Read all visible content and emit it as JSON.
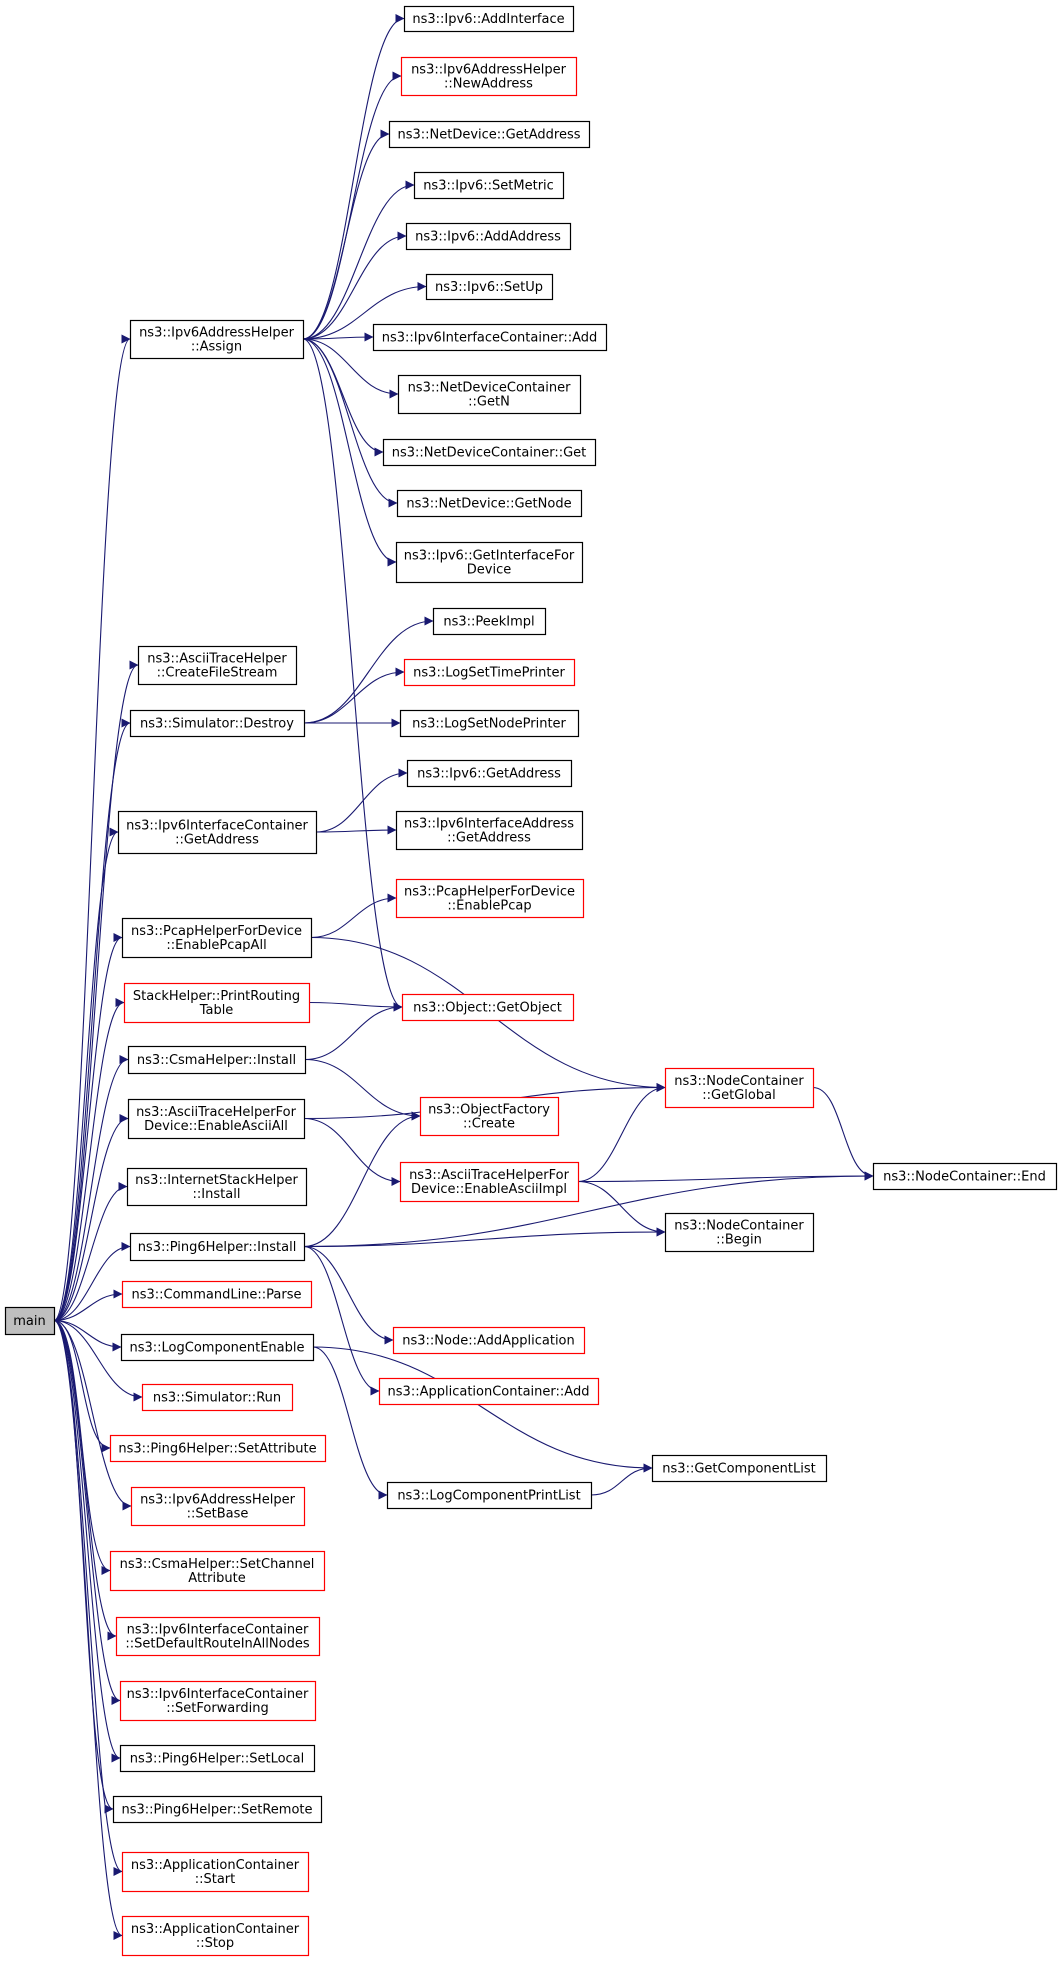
{
  "colors": {
    "edge": "#191970",
    "border_normal": "#000000",
    "border_truncated": "#ff0000",
    "root_fill": "#bfbfbf",
    "fill": "#ffffff"
  },
  "nodes": [
    {
      "id": "main",
      "lines": [
        "main"
      ],
      "style": "root"
    },
    {
      "id": "assign",
      "lines": [
        "ns3::Ipv6AddressHelper",
        "::Assign"
      ],
      "style": "normal"
    },
    {
      "id": "ipv6_addinterface",
      "lines": [
        "ns3::Ipv6::AddInterface"
      ],
      "style": "normal"
    },
    {
      "id": "newaddress",
      "lines": [
        "ns3::Ipv6AddressHelper",
        "::NewAddress"
      ],
      "style": "truncated"
    },
    {
      "id": "netdevice_getaddress",
      "lines": [
        "ns3::NetDevice::GetAddress"
      ],
      "style": "normal"
    },
    {
      "id": "ipv6_setmetric",
      "lines": [
        "ns3::Ipv6::SetMetric"
      ],
      "style": "normal"
    },
    {
      "id": "ipv6_addaddress",
      "lines": [
        "ns3::Ipv6::AddAddress"
      ],
      "style": "normal"
    },
    {
      "id": "ipv6_setup",
      "lines": [
        "ns3::Ipv6::SetUp"
      ],
      "style": "normal"
    },
    {
      "id": "ipv6ic_add",
      "lines": [
        "ns3::Ipv6InterfaceContainer::Add"
      ],
      "style": "normal"
    },
    {
      "id": "ndc_getn",
      "lines": [
        "ns3::NetDeviceContainer",
        "::GetN"
      ],
      "style": "normal"
    },
    {
      "id": "ndc_get",
      "lines": [
        "ns3::NetDeviceContainer::Get"
      ],
      "style": "normal"
    },
    {
      "id": "netdevice_getnode",
      "lines": [
        "ns3::NetDevice::GetNode"
      ],
      "style": "normal"
    },
    {
      "id": "ipv6_getinterfacefor",
      "lines": [
        "ns3::Ipv6::GetInterfaceFor",
        "Device"
      ],
      "style": "normal"
    },
    {
      "id": "ascii_createfilestream",
      "lines": [
        "ns3::AsciiTraceHelper",
        "::CreateFileStream"
      ],
      "style": "normal"
    },
    {
      "id": "peekimpl",
      "lines": [
        "ns3::PeekImpl"
      ],
      "style": "normal"
    },
    {
      "id": "logsettimeprinter",
      "lines": [
        "ns3::LogSetTimePrinter"
      ],
      "style": "truncated"
    },
    {
      "id": "sim_destroy",
      "lines": [
        "ns3::Simulator::Destroy"
      ],
      "style": "normal"
    },
    {
      "id": "logsetnodeprinter",
      "lines": [
        "ns3::LogSetNodePrinter"
      ],
      "style": "normal"
    },
    {
      "id": "ipv6_getaddress",
      "lines": [
        "ns3::Ipv6::GetAddress"
      ],
      "style": "normal"
    },
    {
      "id": "ipv6ic_getaddress",
      "lines": [
        "ns3::Ipv6InterfaceContainer",
        "::GetAddress"
      ],
      "style": "normal"
    },
    {
      "id": "ipv6ia_getaddress",
      "lines": [
        "ns3::Ipv6InterfaceAddress",
        "::GetAddress"
      ],
      "style": "normal"
    },
    {
      "id": "pcap_enablepcap",
      "lines": [
        "ns3::PcapHelperForDevice",
        "::EnablePcap"
      ],
      "style": "truncated"
    },
    {
      "id": "pcap_enablepcapall",
      "lines": [
        "ns3::PcapHelperForDevice",
        "::EnablePcapAll"
      ],
      "style": "normal"
    },
    {
      "id": "stack_printrouting",
      "lines": [
        "StackHelper::PrintRouting",
        "Table"
      ],
      "style": "truncated"
    },
    {
      "id": "object_getobject",
      "lines": [
        "ns3::Object::GetObject"
      ],
      "style": "truncated"
    },
    {
      "id": "csma_install",
      "lines": [
        "ns3::CsmaHelper::Install"
      ],
      "style": "normal"
    },
    {
      "id": "nc_getglobal",
      "lines": [
        "ns3::NodeContainer",
        "::GetGlobal"
      ],
      "style": "truncated"
    },
    {
      "id": "ascii_enableasciiall",
      "lines": [
        "ns3::AsciiTraceHelperFor",
        "Device::EnableAsciiAll"
      ],
      "style": "normal"
    },
    {
      "id": "objectfactory_create",
      "lines": [
        "ns3::ObjectFactory",
        "::Create"
      ],
      "style": "truncated"
    },
    {
      "id": "ascii_enableasciiimpl",
      "lines": [
        "ns3::AsciiTraceHelperFor",
        "Device::EnableAsciiImpl"
      ],
      "style": "truncated"
    },
    {
      "id": "nc_end",
      "lines": [
        "ns3::NodeContainer::End"
      ],
      "style": "normal"
    },
    {
      "id": "internetstack_install",
      "lines": [
        "ns3::InternetStackHelper",
        "::Install"
      ],
      "style": "normal"
    },
    {
      "id": "ping6_install",
      "lines": [
        "ns3::Ping6Helper::Install"
      ],
      "style": "normal"
    },
    {
      "id": "nc_begin",
      "lines": [
        "ns3::NodeContainer",
        "::Begin"
      ],
      "style": "normal"
    },
    {
      "id": "cmdline_parse",
      "lines": [
        "ns3::CommandLine::Parse"
      ],
      "style": "truncated"
    },
    {
      "id": "node_addapplication",
      "lines": [
        "ns3::Node::AddApplication"
      ],
      "style": "truncated"
    },
    {
      "id": "logcomponentenable",
      "lines": [
        "ns3::LogComponentEnable"
      ],
      "style": "normal"
    },
    {
      "id": "appcontainer_add",
      "lines": [
        "ns3::ApplicationContainer::Add"
      ],
      "style": "truncated"
    },
    {
      "id": "sim_run",
      "lines": [
        "ns3::Simulator::Run"
      ],
      "style": "truncated"
    },
    {
      "id": "getcomponentlist",
      "lines": [
        "ns3::GetComponentList"
      ],
      "style": "normal"
    },
    {
      "id": "ping6_setattribute",
      "lines": [
        "ns3::Ping6Helper::SetAttribute"
      ],
      "style": "truncated"
    },
    {
      "id": "logcomponentprintlist",
      "lines": [
        "ns3::LogComponentPrintList"
      ],
      "style": "normal"
    },
    {
      "id": "ipv6ah_setbase",
      "lines": [
        "ns3::Ipv6AddressHelper",
        "::SetBase"
      ],
      "style": "truncated"
    },
    {
      "id": "csma_setchannelattribute",
      "lines": [
        "ns3::CsmaHelper::SetChannel",
        "Attribute"
      ],
      "style": "truncated"
    },
    {
      "id": "ipv6ic_setdefaultroute",
      "lines": [
        "ns3::Ipv6InterfaceContainer",
        "::SetDefaultRouteInAllNodes"
      ],
      "style": "truncated"
    },
    {
      "id": "ipv6ic_setforwarding",
      "lines": [
        "ns3::Ipv6InterfaceContainer",
        "::SetForwarding"
      ],
      "style": "truncated"
    },
    {
      "id": "ping6_setlocal",
      "lines": [
        "ns3::Ping6Helper::SetLocal"
      ],
      "style": "normal"
    },
    {
      "id": "ping6_setremote",
      "lines": [
        "ns3::Ping6Helper::SetRemote"
      ],
      "style": "normal"
    },
    {
      "id": "appcontainer_start",
      "lines": [
        "ns3::ApplicationContainer",
        "::Start"
      ],
      "style": "truncated"
    },
    {
      "id": "appcontainer_stop",
      "lines": [
        "ns3::ApplicationContainer",
        "::Stop"
      ],
      "style": "truncated"
    }
  ],
  "edges": [
    [
      "main",
      "assign"
    ],
    [
      "main",
      "ascii_createfilestream"
    ],
    [
      "main",
      "sim_destroy"
    ],
    [
      "main",
      "ipv6ic_getaddress"
    ],
    [
      "main",
      "pcap_enablepcapall"
    ],
    [
      "main",
      "stack_printrouting"
    ],
    [
      "main",
      "csma_install"
    ],
    [
      "main",
      "ascii_enableasciiall"
    ],
    [
      "main",
      "internetstack_install"
    ],
    [
      "main",
      "ping6_install"
    ],
    [
      "main",
      "cmdline_parse"
    ],
    [
      "main",
      "logcomponentenable"
    ],
    [
      "main",
      "sim_run"
    ],
    [
      "main",
      "ping6_setattribute"
    ],
    [
      "main",
      "ipv6ah_setbase"
    ],
    [
      "main",
      "csma_setchannelattribute"
    ],
    [
      "main",
      "ipv6ic_setdefaultroute"
    ],
    [
      "main",
      "ipv6ic_setforwarding"
    ],
    [
      "main",
      "ping6_setlocal"
    ],
    [
      "main",
      "ping6_setremote"
    ],
    [
      "main",
      "appcontainer_start"
    ],
    [
      "main",
      "appcontainer_stop"
    ],
    [
      "assign",
      "ipv6_addinterface"
    ],
    [
      "assign",
      "newaddress"
    ],
    [
      "assign",
      "netdevice_getaddress"
    ],
    [
      "assign",
      "ipv6_setmetric"
    ],
    [
      "assign",
      "ipv6_addaddress"
    ],
    [
      "assign",
      "ipv6_setup"
    ],
    [
      "assign",
      "ipv6ic_add"
    ],
    [
      "assign",
      "ndc_getn"
    ],
    [
      "assign",
      "ndc_get"
    ],
    [
      "assign",
      "netdevice_getnode"
    ],
    [
      "assign",
      "ipv6_getinterfacefor"
    ],
    [
      "assign",
      "object_getobject"
    ],
    [
      "sim_destroy",
      "peekimpl"
    ],
    [
      "sim_destroy",
      "logsettimeprinter"
    ],
    [
      "sim_destroy",
      "logsetnodeprinter"
    ],
    [
      "ipv6ic_getaddress",
      "ipv6_getaddress"
    ],
    [
      "ipv6ic_getaddress",
      "ipv6ia_getaddress"
    ],
    [
      "pcap_enablepcapall",
      "pcap_enablepcap"
    ],
    [
      "pcap_enablepcapall",
      "nc_getglobal"
    ],
    [
      "stack_printrouting",
      "object_getobject"
    ],
    [
      "csma_install",
      "object_getobject"
    ],
    [
      "csma_install",
      "objectfactory_create"
    ],
    [
      "ascii_enableasciiall",
      "nc_getglobal"
    ],
    [
      "ascii_enableasciiall",
      "ascii_enableasciiimpl"
    ],
    [
      "ascii_enableasciiimpl",
      "nc_getglobal"
    ],
    [
      "ascii_enableasciiimpl",
      "nc_end"
    ],
    [
      "ascii_enableasciiimpl",
      "nc_begin"
    ],
    [
      "nc_getglobal",
      "nc_end"
    ],
    [
      "ping6_install",
      "objectfactory_create"
    ],
    [
      "ping6_install",
      "nc_begin"
    ],
    [
      "ping6_install",
      "nc_end"
    ],
    [
      "ping6_install",
      "node_addapplication"
    ],
    [
      "ping6_install",
      "appcontainer_add"
    ],
    [
      "logcomponentenable",
      "getcomponentlist"
    ],
    [
      "logcomponentenable",
      "logcomponentprintlist"
    ],
    [
      "logcomponentprintlist",
      "getcomponentlist"
    ]
  ]
}
